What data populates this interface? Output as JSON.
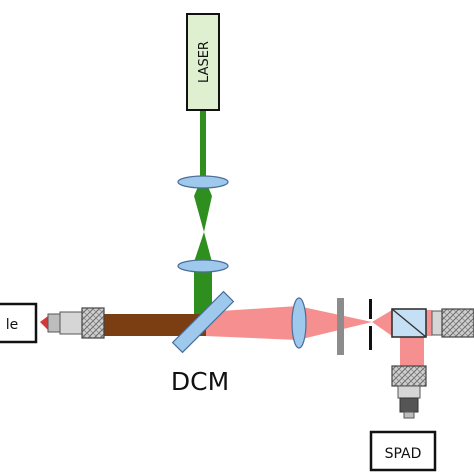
{
  "diagram": {
    "labels": {
      "laser": "LASER",
      "dcm": "DCM",
      "spad": "SPAD",
      "sample_partial": "le"
    },
    "colors": {
      "laser_box_fill": "#dff0d0",
      "green_beam": "#2f8f1e",
      "red_beam": "#f58a8a",
      "brown_beam": "#7b3d12",
      "optics_blue": "#9ec8ec",
      "optics_outline": "#4a6e98",
      "filter_gray": "#8c8c8c",
      "pinhole_black": "#111111",
      "objective_gray": "#c8c8c8",
      "objective_dark": "#555555"
    }
  }
}
